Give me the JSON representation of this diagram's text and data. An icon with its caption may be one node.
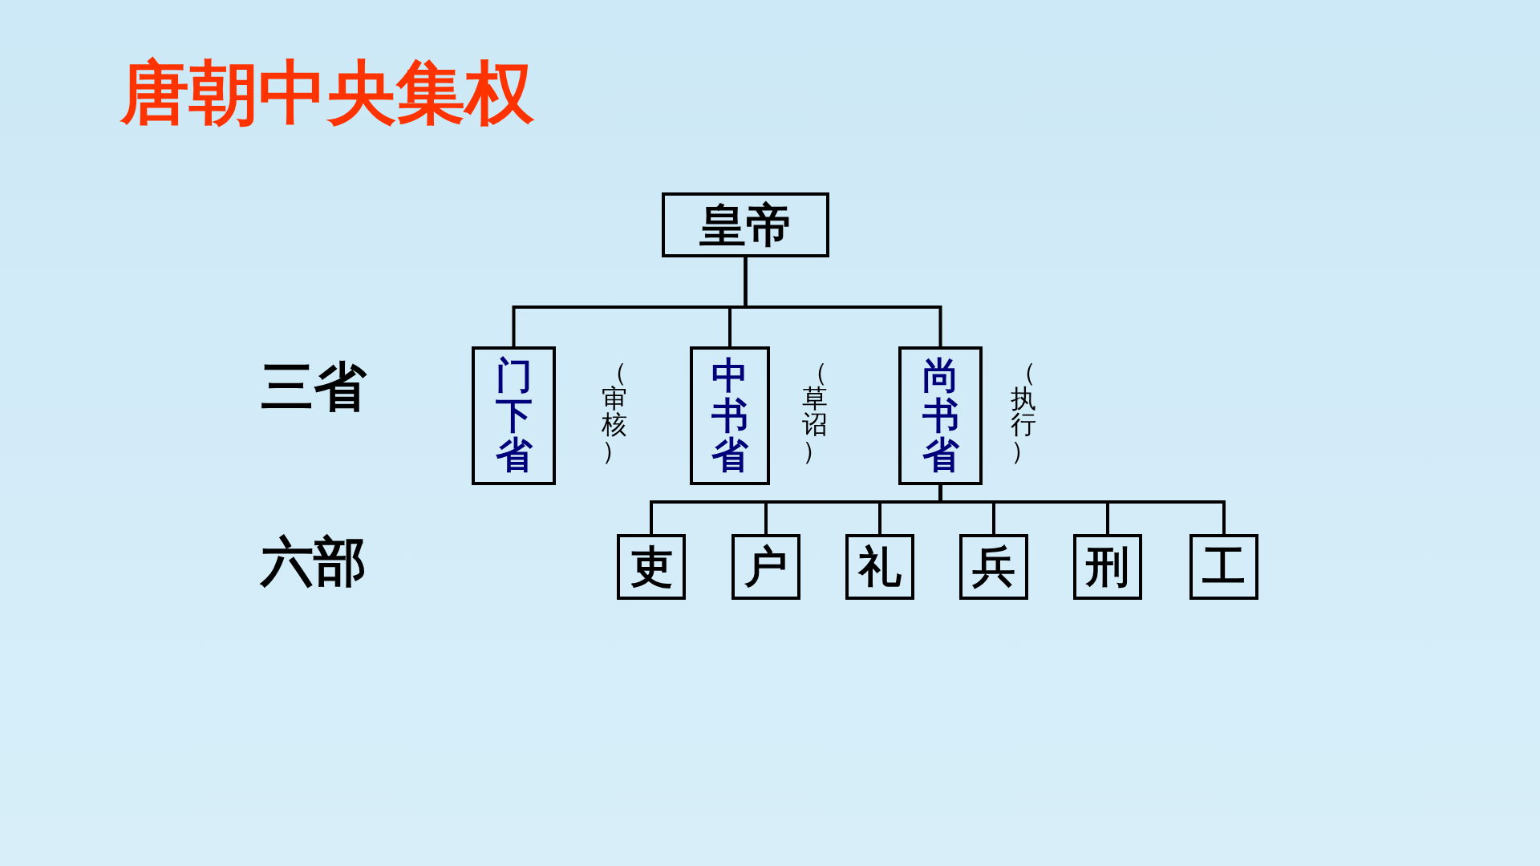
{
  "diagram": {
    "title": "唐朝中央集权",
    "nodes": [
      {
        "text": [
          "皇帝"
        ]
      },
      {
        "text": [
          "门下省"
        ],
        "beside": [
          "（审核）"
        ]
      },
      {
        "text": [
          "中书省"
        ],
        "beside": [
          "（草诏）"
        ]
      },
      {
        "text": [
          "尚书省"
        ],
        "beside": [
          "（执行）"
        ]
      },
      {
        "text": [
          "吏"
        ]
      },
      {
        "text": [
          "户"
        ]
      },
      {
        "text": [
          "礼"
        ]
      },
      {
        "text": [
          "兵"
        ]
      },
      {
        "text": [
          "刑"
        ]
      },
      {
        "text": [
          "工"
        ]
      }
    ],
    "edges": [
      {
        "from": 0,
        "to": 1,
        "arrow": "none"
      },
      {
        "from": 0,
        "to": 2,
        "arrow": "none"
      },
      {
        "from": 0,
        "to": 3,
        "arrow": "none"
      },
      {
        "from": 3,
        "to": 4,
        "arrow": "none"
      },
      {
        "from": 3,
        "to": 5,
        "arrow": "none"
      },
      {
        "from": 3,
        "to": 6,
        "arrow": "none"
      },
      {
        "from": 3,
        "to": 7,
        "arrow": "none"
      },
      {
        "from": 3,
        "to": 8,
        "arrow": "none"
      },
      {
        "from": 3,
        "to": 9,
        "arrow": "none"
      }
    ],
    "labels": [
      "三省",
      "六部"
    ]
  }
}
